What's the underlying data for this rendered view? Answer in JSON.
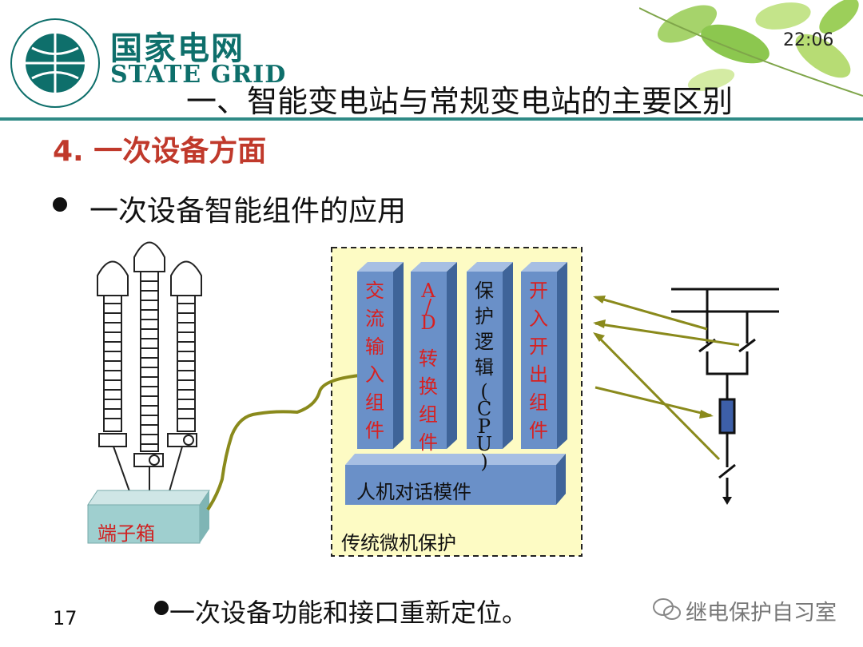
{
  "header": {
    "logo_cn": "国家电网",
    "logo_en": "STATE GRID",
    "time": "22:06",
    "title": "一、智能变电站与常规变电站的主要区别"
  },
  "section": {
    "heading": "4. 一次设备方面",
    "bullet": "一次设备智能组件的应用"
  },
  "diagram": {
    "modules": [
      {
        "label": "交流输入组件"
      },
      {
        "label": "A/D 转换组件"
      },
      {
        "label": "保护逻辑(CPU)"
      },
      {
        "label": "开入开出组件"
      }
    ],
    "hmi_label": "人机对话模件",
    "box_label": "传统微机保护",
    "terminal_label": "端子箱"
  },
  "footer": {
    "note": "一次设备功能和接口重新定位。",
    "page": "17",
    "watermark": "继电保护自习室"
  },
  "colors": {
    "brand": "#0e6f6b",
    "rule": "#2f8a86",
    "section": "#c0392b",
    "module_face": "#6a90c8",
    "arrow": "#8a8a1c"
  }
}
